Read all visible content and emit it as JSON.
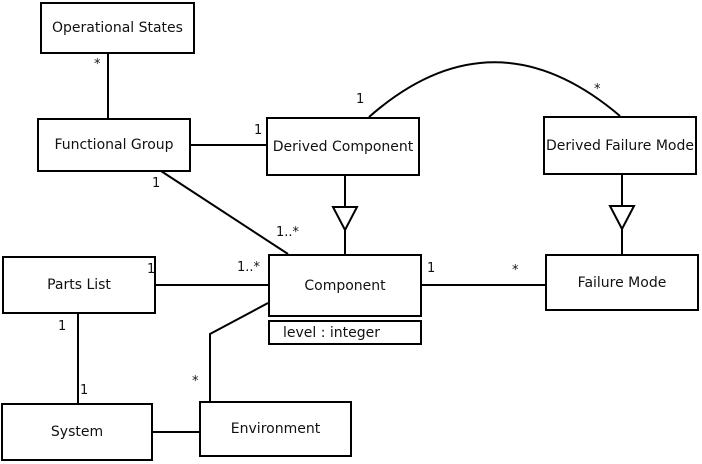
{
  "diagram": {
    "type": "uml-class-diagram",
    "background_color": "#ffffff",
    "line_color": "#000000",
    "text_color": "#111111"
  },
  "classes": {
    "operational_states": {
      "name": "Operational States"
    },
    "functional_group": {
      "name": "Functional Group"
    },
    "derived_component": {
      "name": "Derived Component"
    },
    "derived_failure_mode": {
      "name": "Derived Failure Mode"
    },
    "parts_list": {
      "name": "Parts List"
    },
    "component": {
      "name": "Component",
      "attributes": [
        "level : integer"
      ]
    },
    "failure_mode": {
      "name": "Failure Mode"
    },
    "system": {
      "name": "System"
    },
    "environment": {
      "name": "Environment"
    }
  },
  "relationships": [
    {
      "from": "Operational States",
      "to": "Functional Group",
      "type": "association",
      "from_label": "*"
    },
    {
      "from": "Functional Group",
      "to": "Derived Component",
      "type": "association",
      "to_label": "1"
    },
    {
      "from": "Functional Group",
      "to": "Component",
      "type": "association",
      "from_label": "1",
      "to_label": "1..*"
    },
    {
      "from": "Derived Component",
      "to": "Component",
      "type": "generalization"
    },
    {
      "from": "Derived Component",
      "to": "Derived Failure Mode",
      "type": "association",
      "shape": "arc",
      "from_label": "1",
      "to_label": "*"
    },
    {
      "from": "Derived Failure Mode",
      "to": "Failure Mode",
      "type": "generalization"
    },
    {
      "from": "Parts List",
      "to": "Component",
      "type": "association",
      "from_label": "1",
      "to_label": "1..*"
    },
    {
      "from": "Component",
      "to": "Failure Mode",
      "type": "association",
      "from_label": "1",
      "to_label": "*"
    },
    {
      "from": "Parts List",
      "to": "System",
      "type": "association",
      "from_label": "1",
      "to_label": "1"
    },
    {
      "from": "Environment",
      "to": "Component",
      "type": "association",
      "from_label": "*"
    },
    {
      "from": "System",
      "to": "Environment",
      "type": "association"
    }
  ]
}
